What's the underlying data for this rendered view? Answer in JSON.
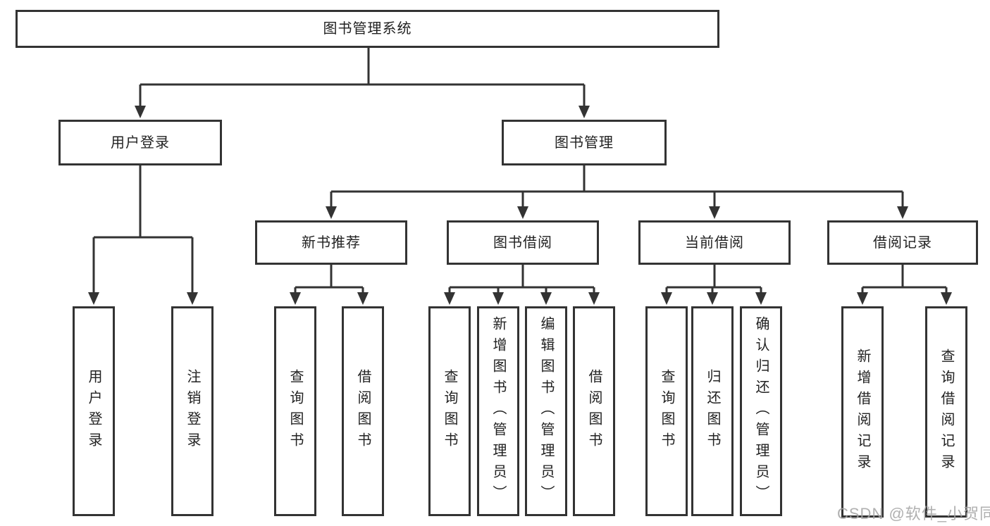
{
  "diagram": {
    "type": "tree",
    "title": "图书管理系统",
    "watermark": "CSDN @软件_小贺同学",
    "colors": {
      "line": "#333333",
      "node_border": "#333333",
      "node_background": "#ffffff",
      "text": "#222222",
      "watermark": "#a5a5a5"
    },
    "nodes": {
      "root": {
        "label": "图书管理系统"
      },
      "level2": [
        {
          "label": "用户登录",
          "parent": "图书管理系统"
        },
        {
          "label": "图书管理",
          "parent": "图书管理系统"
        }
      ],
      "level3": [
        {
          "label": "新书推荐",
          "parent": "图书管理"
        },
        {
          "label": "图书借阅",
          "parent": "图书管理"
        },
        {
          "label": "当前借阅",
          "parent": "图书管理"
        },
        {
          "label": "借阅记录",
          "parent": "图书管理"
        }
      ],
      "leaves": [
        {
          "label": "用户登录",
          "parent": "用户登录"
        },
        {
          "label": "注销登录",
          "parent": "用户登录"
        },
        {
          "label": "查询图书",
          "parent": "新书推荐"
        },
        {
          "label": "借阅图书",
          "parent": "新书推荐"
        },
        {
          "label": "查询图书",
          "parent": "图书借阅"
        },
        {
          "label": "新增图书（管理员）",
          "parent": "图书借阅"
        },
        {
          "label": "编辑图书（管理员）",
          "parent": "图书借阅"
        },
        {
          "label": "借阅图书",
          "parent": "图书借阅"
        },
        {
          "label": "查询图书",
          "parent": "当前借阅"
        },
        {
          "label": "归还图书",
          "parent": "当前借阅"
        },
        {
          "label": "确认归还（管理员）",
          "parent": "当前借阅"
        },
        {
          "label": "新增借阅记录",
          "parent": "借阅记录"
        },
        {
          "label": "查询借阅记录",
          "parent": "借阅记录"
        }
      ]
    }
  }
}
